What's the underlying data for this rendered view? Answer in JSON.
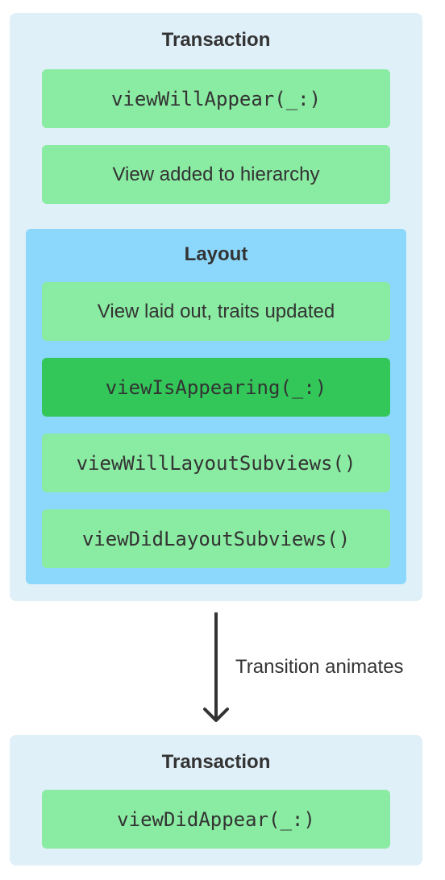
{
  "top_transaction": {
    "title": "Transaction",
    "steps": [
      {
        "label": "viewWillAppear(_:)"
      },
      {
        "label": "View added to hierarchy"
      }
    ]
  },
  "layout": {
    "title": "Layout",
    "steps": [
      {
        "label": "View laid out, traits updated"
      },
      {
        "label": "viewIsAppearing(_:)"
      },
      {
        "label": "viewWillLayoutSubviews()"
      },
      {
        "label": "viewDidLayoutSubviews()"
      }
    ]
  },
  "transition": {
    "label": "Transition animates"
  },
  "bottom_transaction": {
    "title": "Transaction",
    "steps": [
      {
        "label": "viewDidAppear(_:)"
      }
    ]
  },
  "colors": {
    "transaction_bg": "#e0f0f9",
    "layout_bg": "#8cd8fd",
    "step_bg": "#8aeba2",
    "highlight_step_bg": "#33c75a",
    "text": "#333333"
  },
  "icons": {
    "arrow": "down-arrow-icon"
  }
}
